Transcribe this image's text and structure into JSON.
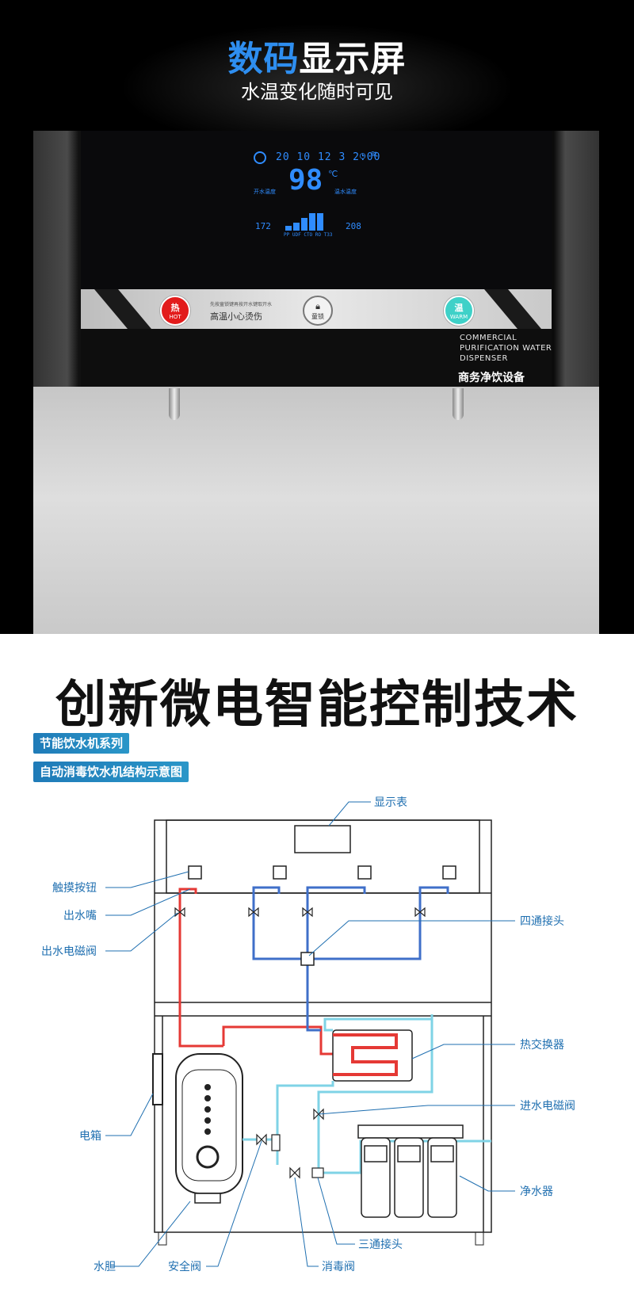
{
  "hero": {
    "title_accent": "数码",
    "title_rest": "显示屏",
    "subtitle": "水温变化随时可见"
  },
  "lcd": {
    "date_digits": "20 10 12 3 2:00",
    "temperature": "98",
    "temp_unit": "℃",
    "label_left": "开水温度",
    "label_right": "温水温度",
    "tds_left": "172",
    "tds_right": "208",
    "filter_labels": [
      "PP",
      "UDF",
      "CTO",
      "RO",
      "T33"
    ]
  },
  "panel": {
    "hot_cn": "热",
    "hot_en": "HOT",
    "hint_small": "先按童锁键再按开水键取开水",
    "hint_main": "高温小心烫伤",
    "lock_label": "童锁",
    "warm_cn": "温",
    "warm_en": "WARM",
    "brand_en": [
      "COMMERCIAL",
      "PURIFICATION WATER",
      "DISPENSER"
    ],
    "brand_cn": "商务净饮设备"
  },
  "section2": {
    "title": "创新微电智能控制技术",
    "tag1": "节能饮水机系列",
    "tag2": "自动消毒饮水机结构示意图"
  },
  "diagram": {
    "colors": {
      "label": "#1f6fb0",
      "hot_pipe": "#e53935",
      "cold_pipe": "#3f6fc9",
      "feed_pipe": "#7fd3e6",
      "outline": "#222222"
    },
    "labels": {
      "display": "显示表",
      "touch_button": "触摸按钮",
      "nozzle": "出水嘴",
      "outlet_valve": "出水电磁阀",
      "four_way": "四通接头",
      "heat_exchanger": "热交换器",
      "inlet_valve": "进水电磁阀",
      "electric_box": "电箱",
      "purifier": "净水器",
      "three_way": "三通接头",
      "tank": "水胆",
      "safety_valve": "安全阀",
      "disinfect_valve": "消毒阀"
    }
  }
}
